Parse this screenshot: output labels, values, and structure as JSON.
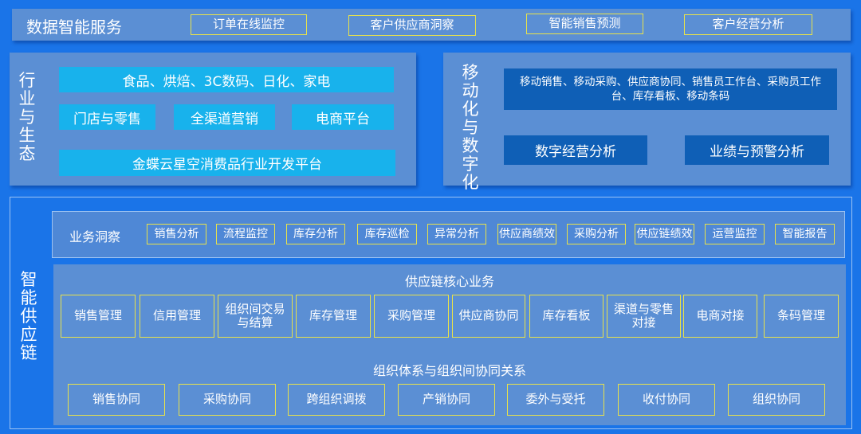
{
  "top": {
    "title": "数据智能服务",
    "buttons": [
      "订单在线监控",
      "客户供应商洞察",
      "智能销售预测",
      "客户经营分析"
    ]
  },
  "industry": {
    "title": "行业与生态",
    "row1": "食品、烘焙、3C数码、日化、家电",
    "row2": [
      "门店与零售",
      "全渠道营销",
      "电商平台"
    ],
    "row3": "金蝶云星空消费品行业开发平台"
  },
  "mobile": {
    "title": "移动化与数字化",
    "desc": "移动销售、移动采购、供应商协同、销售员工作台、采购员工作台、库存看板、移动条码",
    "buttons": [
      "数字经营分析",
      "业绩与预警分析"
    ]
  },
  "supply": {
    "title": "智能供应链",
    "insight_label": "业务洞察",
    "insights": [
      "销售分析",
      "流程监控",
      "库存分析",
      "库存巡检",
      "异常分析",
      "供应商绩效",
      "采购分析",
      "供应链绩效",
      "运营监控",
      "智能报告"
    ],
    "core_title": "供应链核心业务",
    "core": [
      "销售管理",
      "信用管理",
      "组织间交易与结算",
      "库存管理",
      "采购管理",
      "供应商协同",
      "库存看板",
      "渠道与零售对接",
      "电商对接",
      "条码管理"
    ],
    "org_title": "组织体系与组织间协同关系",
    "org": [
      "销售协同",
      "采购协同",
      "跨组织调拨",
      "产销协同",
      "委外与受托",
      "收付协同",
      "组织协同"
    ]
  }
}
